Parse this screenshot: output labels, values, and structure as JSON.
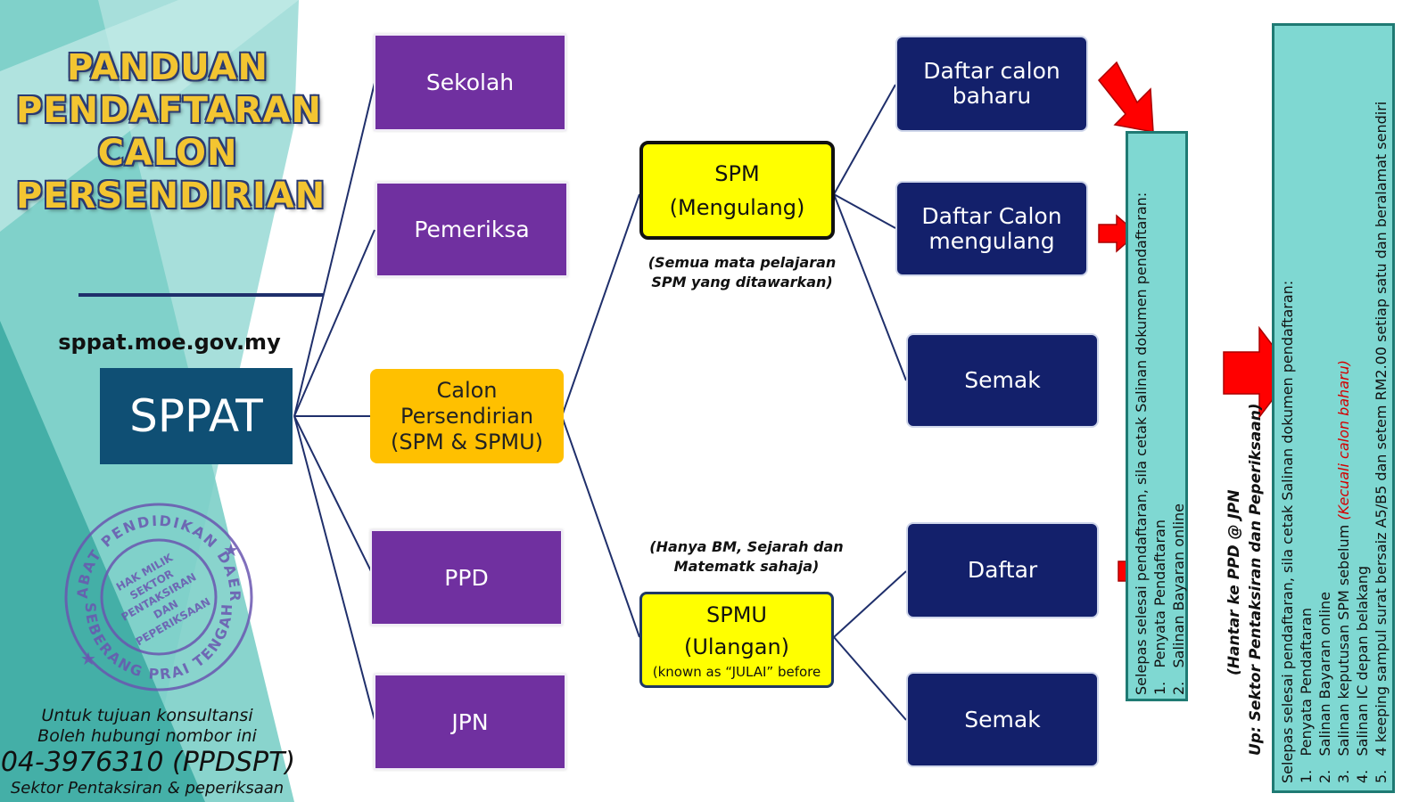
{
  "title": {
    "line1": "PANDUAN",
    "line2": "PENDAFTARAN",
    "line3": "CALON",
    "line4": "PERSENDIRIAN"
  },
  "url": "sppat.moe.gov.my",
  "root": "SPPAT",
  "level1": {
    "sekolah": "Sekolah",
    "pemeriksa": "Pemeriksa",
    "calon_line1": "Calon",
    "calon_line2": "Persendirian",
    "calon_line3": "(SPM & SPMU)",
    "ppd": "PPD",
    "jpn": "JPN"
  },
  "spm": {
    "line1": "SPM",
    "line2": "(Mengulang)",
    "note_line1": "(Semua mata pelajaran",
    "note_line2": "SPM yang ditawarkan)"
  },
  "spmu": {
    "line1": "SPMU",
    "line2": "(Ulangan)",
    "line3": "(known as “JULAI” before",
    "note_line1": "(Hanya BM, Sejarah dan",
    "note_line2": "Matematk sahaja)"
  },
  "actions": {
    "daftar_baharu_1": "Daftar calon",
    "daftar_baharu_2": "baharu",
    "daftar_mengulang_1": "Daftar Calon",
    "daftar_mengulang_2": "mengulang",
    "semak_1": "Semak",
    "daftar": "Daftar",
    "semak_2": "Semak"
  },
  "panel_spm": {
    "heading": "Selepas selesai pendaftaran, sila cetak Salinan dokumen pendaftaran:",
    "item1_num": "1.",
    "item1": "Penyata Pendaftaran",
    "item2_num": "2.",
    "item2": "Salinan Bayaran online"
  },
  "hantar": {
    "line1": "(Hantar ke PPD @ JPN",
    "line2": "Up: Sektor Pentaksiran dan Peperiksaan)"
  },
  "panel_final": {
    "heading": "Selepas selesai pendaftaran, sila cetak Salinan dokumen pendaftaran:",
    "item1_num": "1.",
    "item1": "Penyata Pendaftaran",
    "item2_num": "2.",
    "item2": "Salinan Bayaran online",
    "item3_num": "3.",
    "item3": "Salinan keputusan SPM sebelum",
    "item3_note": "(Kecuali calon baharu)",
    "item4_num": "4.",
    "item4": "Salinan IC depan belakang",
    "item5_num": "5.",
    "item5": "4 keeping sampul surat bersaiz A5/B5 dan setem RM2.00 setiap satu dan beralamat sendiri"
  },
  "stamp": {
    "outer_top": "PEJABAT PENDIDIKAN DAERAH",
    "outer_bottom": "SEBERANG PRAI TENGAH",
    "inner1": "HAK MILIK",
    "inner2": "SEKTOR",
    "inner3": "PENTAKSIRAN",
    "inner4": "DAN",
    "inner5": "PEPERIKSAAN"
  },
  "contact": {
    "line1": "Untuk tujuan konsultansi",
    "line2": "Boleh hubungi nombor ini",
    "phone": "04-3976310 (PPDSPT)",
    "line4": "Sektor Pentaksiran & peperiksaan"
  },
  "colors": {
    "teal_bg": "#7fd8d2",
    "purple": "#7030a0",
    "navy": "#13206b",
    "sppat": "#0f4f74",
    "orange": "#ffc000",
    "yellow": "#ffff00",
    "arrow_red": "#ff0000",
    "title_gold": "#f3c531",
    "stamp_purple": "#6a56b0"
  }
}
